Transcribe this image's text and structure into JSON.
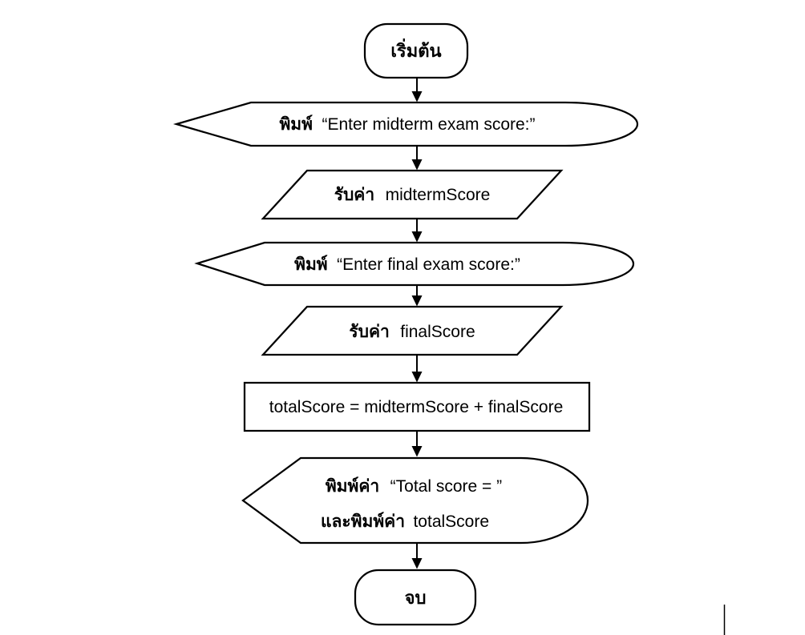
{
  "diagram": {
    "kind": "flowchart",
    "colors": {
      "background": "#ffffff",
      "stroke": "#000000",
      "text": "#000000"
    },
    "nodes": [
      {
        "id": "start",
        "shape": "terminal",
        "label": "เริ่มต้น"
      },
      {
        "id": "print-midterm-prompt",
        "shape": "display",
        "keyword": "พิมพ์",
        "text": "“Enter midterm exam score:”"
      },
      {
        "id": "read-midterm",
        "shape": "parallelogram",
        "keyword": "รับค่า",
        "text": "midtermScore"
      },
      {
        "id": "print-final-prompt",
        "shape": "display",
        "keyword": "พิมพ์",
        "text": "“Enter final exam score:”"
      },
      {
        "id": "read-final",
        "shape": "parallelogram",
        "keyword": "รับค่า",
        "text": "finalScore"
      },
      {
        "id": "compute-total",
        "shape": "process",
        "text": "totalScore = midtermScore + finalScore"
      },
      {
        "id": "print-total",
        "shape": "display",
        "lines": [
          {
            "keyword": "พิมพ์ค่า",
            "text": "“Total score = ”"
          },
          {
            "keyword": "และพิมพ์ค่า",
            "text": "totalScore"
          }
        ]
      },
      {
        "id": "end",
        "shape": "terminal",
        "label": "จบ"
      }
    ],
    "edges": [
      {
        "from": "start",
        "to": "print-midterm-prompt"
      },
      {
        "from": "print-midterm-prompt",
        "to": "read-midterm"
      },
      {
        "from": "read-midterm",
        "to": "print-final-prompt"
      },
      {
        "from": "print-final-prompt",
        "to": "read-final"
      },
      {
        "from": "read-final",
        "to": "compute-total"
      },
      {
        "from": "compute-total",
        "to": "print-total"
      },
      {
        "from": "print-total",
        "to": "end"
      }
    ]
  }
}
